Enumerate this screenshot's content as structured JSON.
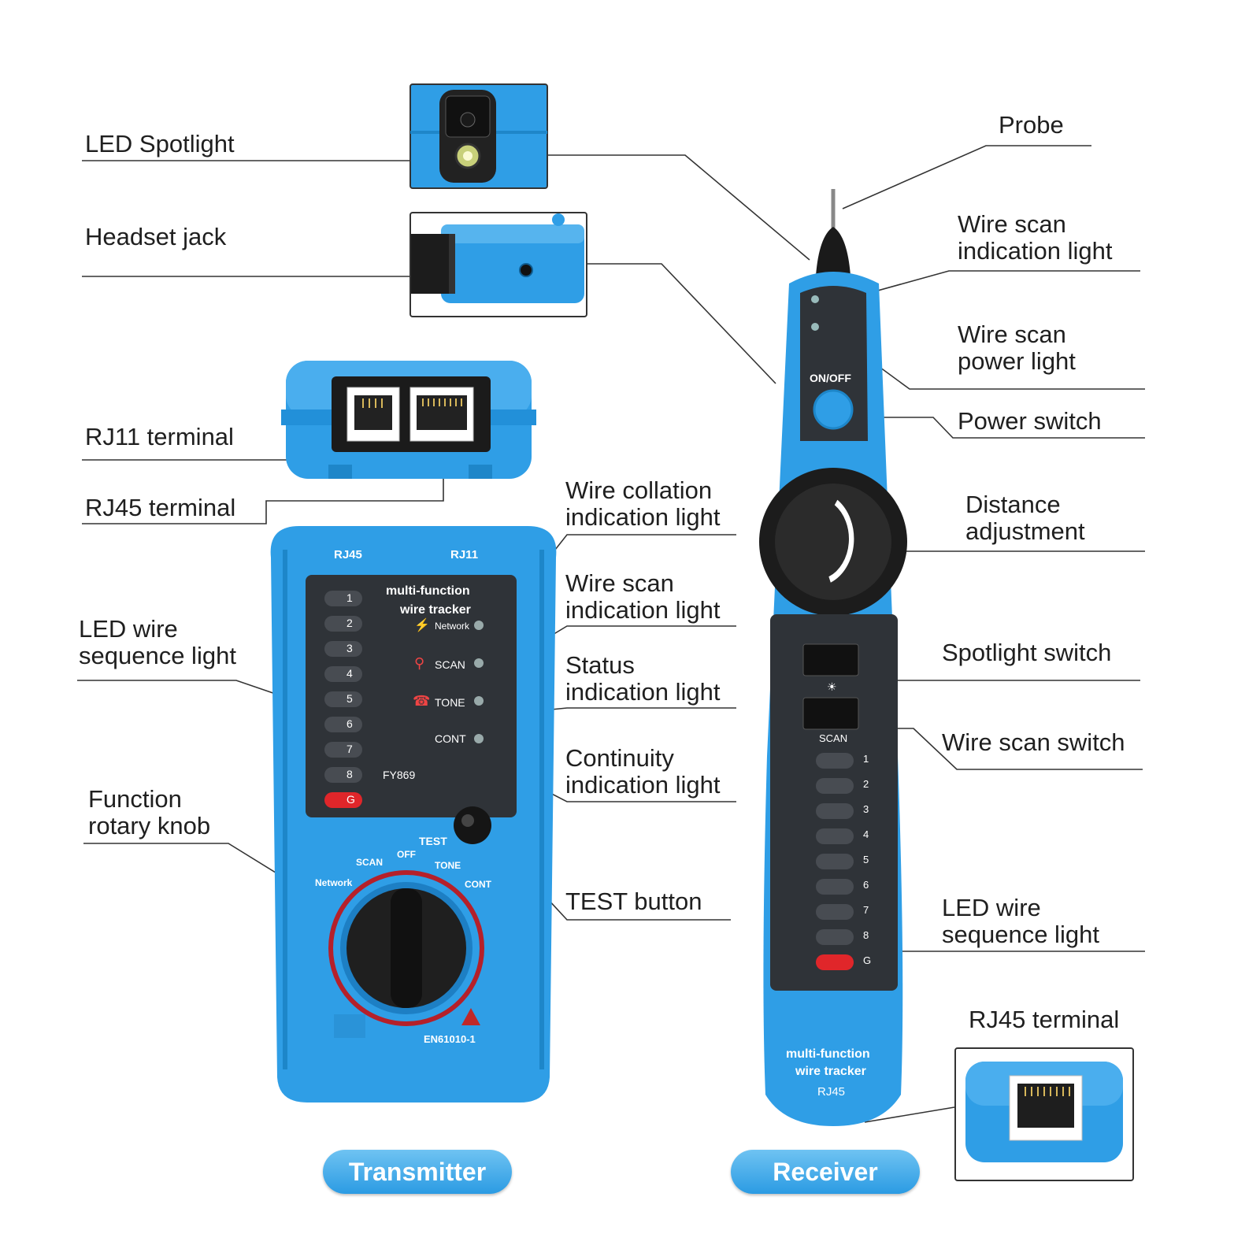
{
  "labels": {
    "led_spotlight": "LED Spotlight",
    "headset_jack": "Headset jack",
    "rj11_terminal": "RJ11 terminal",
    "rj45_terminal_left": "RJ45 terminal",
    "led_wire_seq_left_1": "LED wire",
    "led_wire_seq_left_2": "sequence light",
    "function_knob_1": "Function",
    "function_knob_2": "rotary knob",
    "wire_collation_1": "Wire collation",
    "wire_collation_2": "indication light",
    "wire_scan_ind_mid_1": "Wire scan",
    "wire_scan_ind_mid_2": "indication light",
    "status_ind_1": "Status",
    "status_ind_2": "indication light",
    "continuity_1": "Continuity",
    "continuity_2": "indication light",
    "test_button": "TEST button",
    "probe": "Probe",
    "wire_scan_ind_right_1": "Wire scan",
    "wire_scan_ind_right_2": "indication light",
    "wire_scan_power_1": "Wire scan",
    "wire_scan_power_2": "power light",
    "power_switch": "Power switch",
    "distance_1": "Distance",
    "distance_2": "adjustment",
    "spotlight_switch": "Spotlight switch",
    "wire_scan_switch": "Wire scan switch",
    "led_wire_seq_right_1": "LED wire",
    "led_wire_seq_right_2": "sequence light",
    "rj45_terminal_right": "RJ45 terminal"
  },
  "transmitter": {
    "badge": "Transmitter",
    "port_rj45": "RJ45",
    "port_rj11": "RJ11",
    "title_1": "multi-function",
    "title_2": "wire tracker",
    "leds": [
      "1",
      "2",
      "3",
      "4",
      "5",
      "6",
      "7",
      "8",
      "G"
    ],
    "ind_network": "Network",
    "ind_scan": "SCAN",
    "ind_tone": "TONE",
    "ind_cont": "CONT",
    "model": "FY869",
    "test": "TEST",
    "dial_network": "Network",
    "dial_scan": "SCAN",
    "dial_off": "OFF",
    "dial_tone": "TONE",
    "dial_cont": "CONT",
    "standard": "EN61010-1"
  },
  "receiver": {
    "badge": "Receiver",
    "on_off": "ON/OFF",
    "scan": "SCAN",
    "leds": [
      "1",
      "2",
      "3",
      "4",
      "5",
      "6",
      "7",
      "8",
      "G"
    ],
    "title_1": "multi-function",
    "title_2": "wire tracker",
    "port": "RJ45"
  },
  "colors": {
    "device_blue": "#2a9be0",
    "panel_dark": "#2f3338",
    "led_red": "#e0262a"
  }
}
